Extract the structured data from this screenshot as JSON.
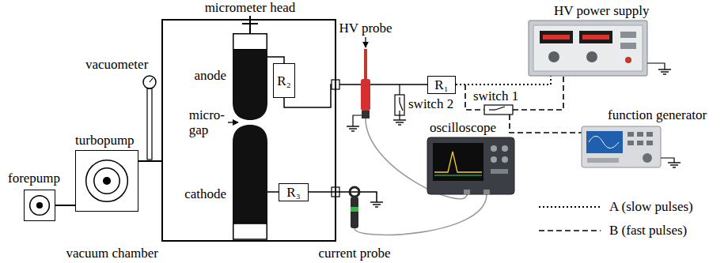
{
  "diagram": {
    "nodes": [
      {
        "text": [
          "vacuum chamber"
        ]
      },
      {
        "text": [
          "anode"
        ],
        "in": 0
      },
      {
        "text": [
          "cathode"
        ],
        "in": 0
      },
      {
        "text": [
          "R₂"
        ],
        "in": 0
      },
      {
        "text": [
          "R₃"
        ],
        "in": 0
      },
      {
        "text": [
          "R₁"
        ]
      },
      {
        "text": [
          "turbopump"
        ]
      },
      {
        "text": [
          "forepump"
        ]
      }
    ],
    "edges": [
      {
        "from": 1,
        "to": 3,
        "arrow": "none"
      },
      {
        "from": 2,
        "to": 4,
        "arrow": "none"
      },
      {
        "from": 7,
        "to": 6,
        "arrow": "none"
      },
      {
        "from": 6,
        "to": 0,
        "arrow": "none"
      },
      {
        "from": 3,
        "to": 5,
        "arrow": "none"
      }
    ],
    "labels": [
      "micrometer head",
      "HV probe",
      "HV power supply",
      "switch 2",
      "switch 1",
      "function generator",
      "oscilloscope",
      "current probe",
      "vacuometer",
      "micro- gap"
    ],
    "legend": [
      {
        "text": "A (slow pulses)"
      },
      {
        "text": "B (fast pulses)"
      }
    ]
  }
}
